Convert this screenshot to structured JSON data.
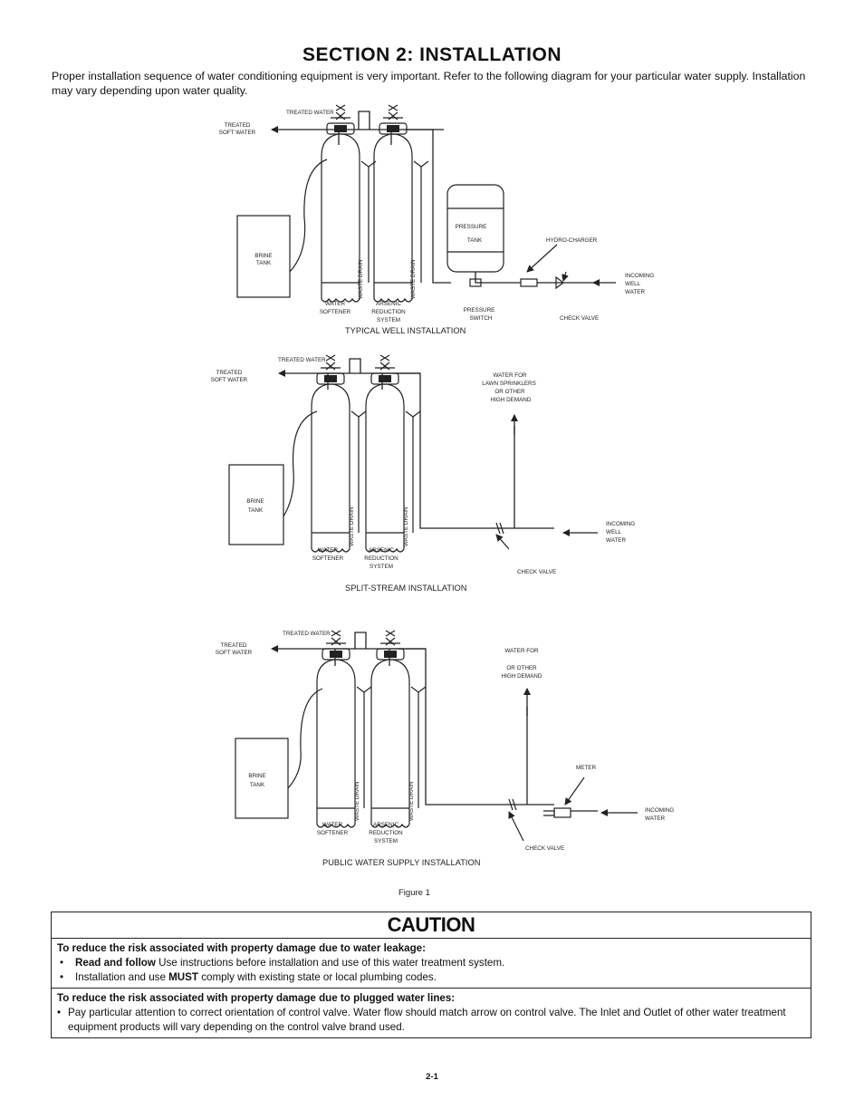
{
  "heading": "SECTION 2: INSTALLATION",
  "intro": "Proper installation sequence of water conditioning equipment is very important.  Refer to the following diagram for your particular water supply. Installation may vary depending upon water quality.",
  "diagram1": {
    "treated_water": "TREATED WATER",
    "treated_soft_1": "TREATED",
    "treated_soft_2": "SOFT WATER",
    "brine_1": "BRINE",
    "brine_2": "TANK",
    "waste_a": "WASTE DRAIN",
    "waste_b": "WASTE DRAIN",
    "softener_1": "WATER",
    "softener_2": "SOFTENER",
    "arsenic_1": "ARSENIC",
    "arsenic_2": "REDUCTION",
    "arsenic_3": "SYSTEM",
    "pressure_1": "PRESSURE",
    "pressure_2": "TANK",
    "hydro": "HYDRO-CHARGER",
    "incoming_1": "INCOMING",
    "incoming_2": "WELL",
    "incoming_3": "WATER",
    "switch_1": "PRESSURE",
    "switch_2": "SWITCH",
    "check_valve": "CHECK VALVE",
    "caption": "TYPICAL WELL INSTALLATION"
  },
  "diagram2": {
    "treated_water": "TREATED WATER",
    "treated_soft_1": "TREATED",
    "treated_soft_2": "SOFT WATER",
    "brine_1": "BRINE",
    "brine_2": "TANK",
    "waste_a": "WASTE DRAIN",
    "waste_b": "WASTE DRAIN",
    "softener_1": "WATER",
    "softener_2": "SOFTENER",
    "arsenic_1": "ARSENIC",
    "arsenic_2": "REDUCTION",
    "arsenic_3": "SYSTEM",
    "lawn_1": "WATER FOR",
    "lawn_2": "LAWN SPRINKLERS",
    "lawn_3": "OR OTHER",
    "lawn_4": "HIGH DEMAND",
    "incoming_1": "INCOMING",
    "incoming_2": "WELL",
    "incoming_3": "WATER",
    "check_valve": "CHECK VALVE",
    "caption": "SPLIT-STREAM INSTALLATION"
  },
  "diagram3": {
    "treated_water": "TREATED WATER",
    "treated_soft_1": "TREATED",
    "treated_soft_2": "SOFT WATER",
    "brine_1": "BRINE",
    "brine_2": "TANK",
    "waste_a": "WASTE DRAIN",
    "waste_b": "WASTE DRAIN",
    "softener_1": "WATER",
    "softener_2": "SOFTENER",
    "arsenic_1": "ARSENIC",
    "arsenic_2": "REDUCTION",
    "arsenic_3": "SYSTEM",
    "demand_1": "WATER FOR",
    "demand_2": "OR OTHER",
    "demand_3": "HIGH DEMAND",
    "meter": "METER",
    "incoming_1": "INCOMING",
    "incoming_2": "WATER",
    "check_valve": "CHECK VALVE",
    "caption": "PUBLIC WATER SUPPLY INSTALLATION"
  },
  "figure_label": "Figure 1",
  "caution": {
    "title": "CAUTION",
    "leak_heading": "To reduce the risk associated with property damage due to water leakage:",
    "bullet1_bold": "Read and follow",
    "bullet1_rest": " Use instructions before installation and use of this water treatment system.",
    "bullet2_a": "Installation and use ",
    "bullet2_bold": "MUST",
    "bullet2_b": " comply with existing state or local plumbing codes.",
    "plug_heading": "To reduce the risk associated with property damage due to plugged water lines:",
    "bullet3": "Pay particular attention to correct orientation of control valve. Water flow should match arrow on control valve. The Inlet and Outlet of other water treatment equipment products will vary depending on the control valve brand used.",
    "bullet_char": "•"
  },
  "page_number": "2-1"
}
